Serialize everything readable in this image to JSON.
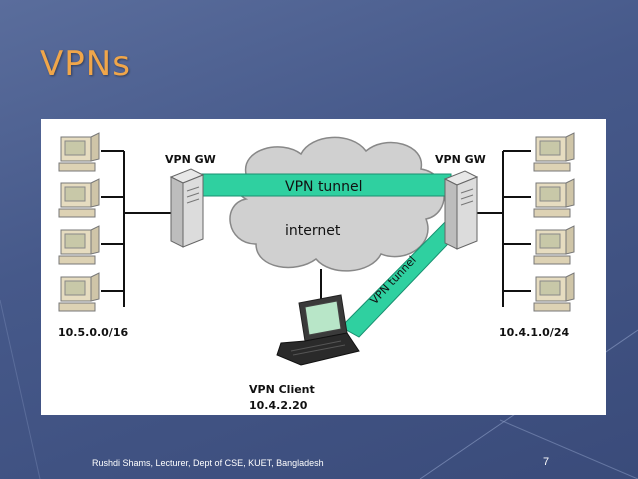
{
  "slide": {
    "title": "VPNs",
    "footer": "Rushdi Shams, Lecturer, Dept of CSE, KUET, Bangladesh",
    "page_number": "7"
  },
  "diagram": {
    "left_gateway_label": "VPN GW",
    "right_gateway_label": "VPN GW",
    "tunnel_label": "VPN tunnel",
    "cloud_label": "internet",
    "diagonal_tunnel_label": "VPN tunnel",
    "left_network": "10.5.0.0/16",
    "right_network": "10.4.1.0/24",
    "client_label": "VPN Client",
    "client_ip": "10.4.2.20"
  },
  "colors": {
    "title": "#f0a64a",
    "tunnel": "#2fd0a0",
    "background": "#4a5d8e"
  }
}
